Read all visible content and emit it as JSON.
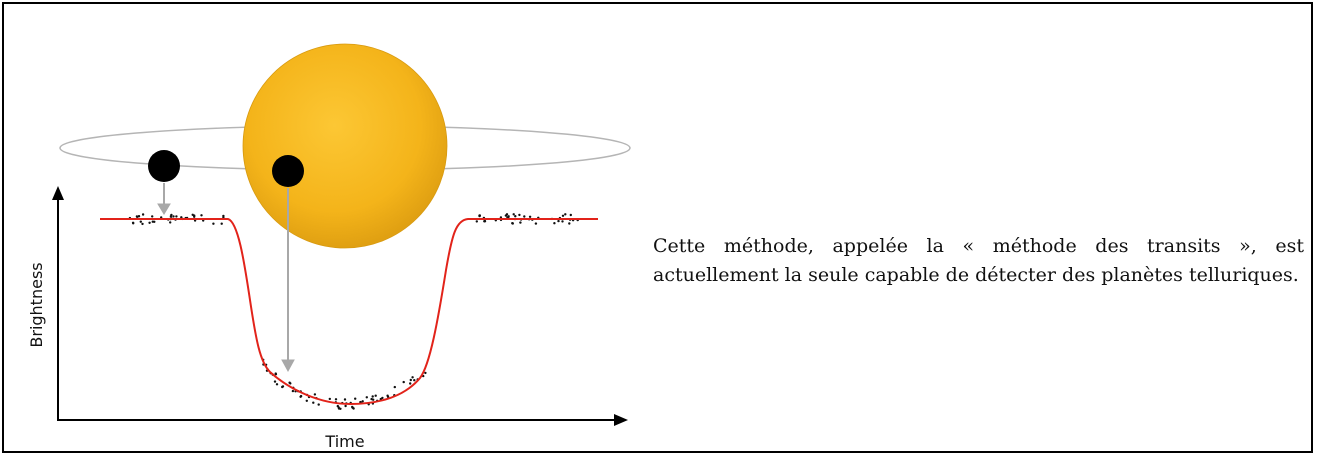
{
  "figure": {
    "x_axis_label": "Time",
    "y_axis_label": "Brightness",
    "colors": {
      "star": "#f4b41a",
      "star_edge": "#d89a10",
      "planet": "#000000",
      "orbit": "#b5b5b5",
      "arrow": "#a8a8a8",
      "model_curve": "#e2231a",
      "data_points": "#111111"
    }
  },
  "caption": {
    "text": "Cette méthode, appelée la « méthode des transits », est actuellement la seule capable de détecter des planètes telluriques."
  }
}
